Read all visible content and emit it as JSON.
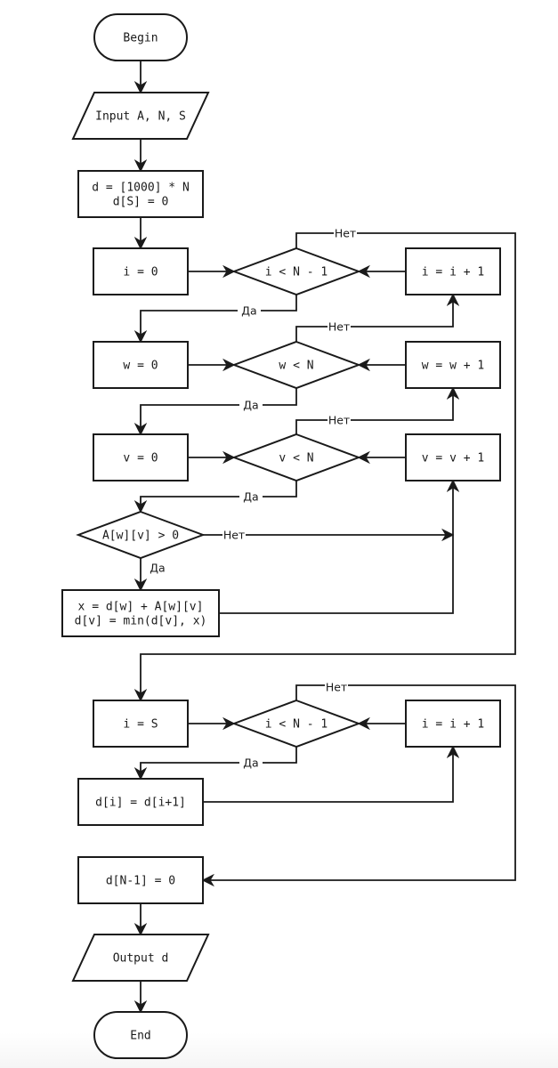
{
  "diagram": {
    "type": "flowchart",
    "colors": {
      "stroke": "#1a1a1a",
      "fill": "#ffffff",
      "background": "#ffffff"
    },
    "labels": {
      "yes": "Да",
      "no": "Нет"
    },
    "nodes": [
      {
        "id": "begin",
        "kind": "terminator",
        "lines": [
          "Begin"
        ]
      },
      {
        "id": "input",
        "kind": "io",
        "lines": [
          "Input A, N, S"
        ]
      },
      {
        "id": "init",
        "kind": "process",
        "lines": [
          "d = [1000] * N",
          "d[S] = 0"
        ]
      },
      {
        "id": "i0",
        "kind": "process",
        "lines": [
          "i = 0"
        ]
      },
      {
        "id": "cond_i",
        "kind": "decision",
        "lines": [
          "i < N - 1"
        ]
      },
      {
        "id": "inc_i",
        "kind": "process",
        "lines": [
          "i = i + 1"
        ]
      },
      {
        "id": "w0",
        "kind": "process",
        "lines": [
          "w = 0"
        ]
      },
      {
        "id": "cond_w",
        "kind": "decision",
        "lines": [
          "w < N"
        ]
      },
      {
        "id": "inc_w",
        "kind": "process",
        "lines": [
          "w = w + 1"
        ]
      },
      {
        "id": "v0",
        "kind": "process",
        "lines": [
          "v = 0"
        ]
      },
      {
        "id": "cond_v",
        "kind": "decision",
        "lines": [
          "v < N"
        ]
      },
      {
        "id": "inc_v",
        "kind": "process",
        "lines": [
          "v = v + 1"
        ]
      },
      {
        "id": "cond_a",
        "kind": "decision",
        "lines": [
          "A[w][v] > 0"
        ]
      },
      {
        "id": "relax",
        "kind": "process",
        "lines": [
          "x = d[w] + A[w][v]",
          "d[v] = min(d[v], x)"
        ]
      },
      {
        "id": "iS",
        "kind": "process",
        "lines": [
          "i = S"
        ]
      },
      {
        "id": "cond_i2",
        "kind": "decision",
        "lines": [
          "i < N - 1"
        ]
      },
      {
        "id": "inc_i2",
        "kind": "process",
        "lines": [
          "i = i + 1"
        ]
      },
      {
        "id": "shift",
        "kind": "process",
        "lines": [
          "d[i] = d[i+1]"
        ]
      },
      {
        "id": "last",
        "kind": "process",
        "lines": [
          "d[N-1] = 0"
        ]
      },
      {
        "id": "output",
        "kind": "io",
        "lines": [
          "Output d"
        ]
      },
      {
        "id": "end",
        "kind": "terminator",
        "lines": [
          "End"
        ]
      }
    ],
    "edges": [
      {
        "from": "begin",
        "to": "input",
        "label": ""
      },
      {
        "from": "input",
        "to": "init",
        "label": ""
      },
      {
        "from": "init",
        "to": "i0",
        "label": ""
      },
      {
        "from": "i0",
        "to": "cond_i",
        "label": ""
      },
      {
        "from": "inc_i",
        "to": "cond_i",
        "label": ""
      },
      {
        "from": "cond_i",
        "to": "w0",
        "label": "Да"
      },
      {
        "from": "cond_i",
        "to": "iS",
        "label": "Нет"
      },
      {
        "from": "w0",
        "to": "cond_w",
        "label": ""
      },
      {
        "from": "inc_w",
        "to": "cond_w",
        "label": ""
      },
      {
        "from": "cond_w",
        "to": "v0",
        "label": "Да"
      },
      {
        "from": "cond_w",
        "to": "inc_i",
        "label": "Нет"
      },
      {
        "from": "v0",
        "to": "cond_v",
        "label": ""
      },
      {
        "from": "inc_v",
        "to": "cond_v",
        "label": ""
      },
      {
        "from": "cond_v",
        "to": "cond_a",
        "label": "Да"
      },
      {
        "from": "cond_v",
        "to": "inc_w",
        "label": "Нет"
      },
      {
        "from": "cond_a",
        "to": "relax",
        "label": "Да"
      },
      {
        "from": "cond_a",
        "to": "inc_v",
        "label": "Нет"
      },
      {
        "from": "relax",
        "to": "inc_v",
        "label": ""
      },
      {
        "from": "iS",
        "to": "cond_i2",
        "label": ""
      },
      {
        "from": "inc_i2",
        "to": "cond_i2",
        "label": ""
      },
      {
        "from": "cond_i2",
        "to": "shift",
        "label": "Да"
      },
      {
        "from": "cond_i2",
        "to": "last",
        "label": "Нет"
      },
      {
        "from": "shift",
        "to": "inc_i2",
        "label": ""
      },
      {
        "from": "last",
        "to": "output",
        "label": ""
      },
      {
        "from": "output",
        "to": "end",
        "label": ""
      }
    ]
  }
}
